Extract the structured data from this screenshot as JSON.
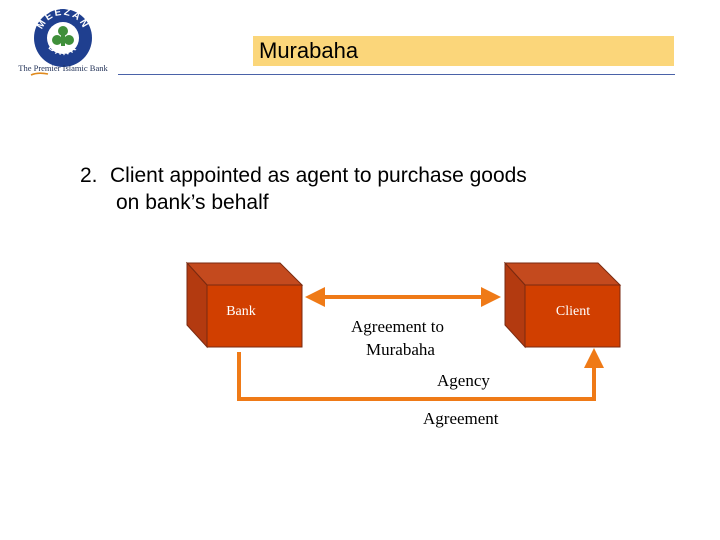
{
  "logo": {
    "ring_top": "MEEZAN",
    "ring_bottom": "BANK",
    "tagline": "The Premier Islamic Bank",
    "colors": {
      "ring": "#1f3f8f",
      "emblem": "#3f8f3a",
      "underline": "#e08a1e"
    }
  },
  "slide": {
    "title": "Murabaha",
    "point_number": "2.",
    "point_line1": "Client appointed as agent to purchase goods",
    "point_line2": "on bank’s behalf"
  },
  "diagram": {
    "bank_label": "Bank",
    "client_label": "Client",
    "murabaha_line1": "Agreement to",
    "murabaha_line2": "Murabaha",
    "agency_line1": "Agency",
    "agency_line2": "Agreement",
    "colors": {
      "box_front": "#d13f00",
      "box_top": "#c44a1e",
      "arrow": "#ef7a17"
    }
  }
}
